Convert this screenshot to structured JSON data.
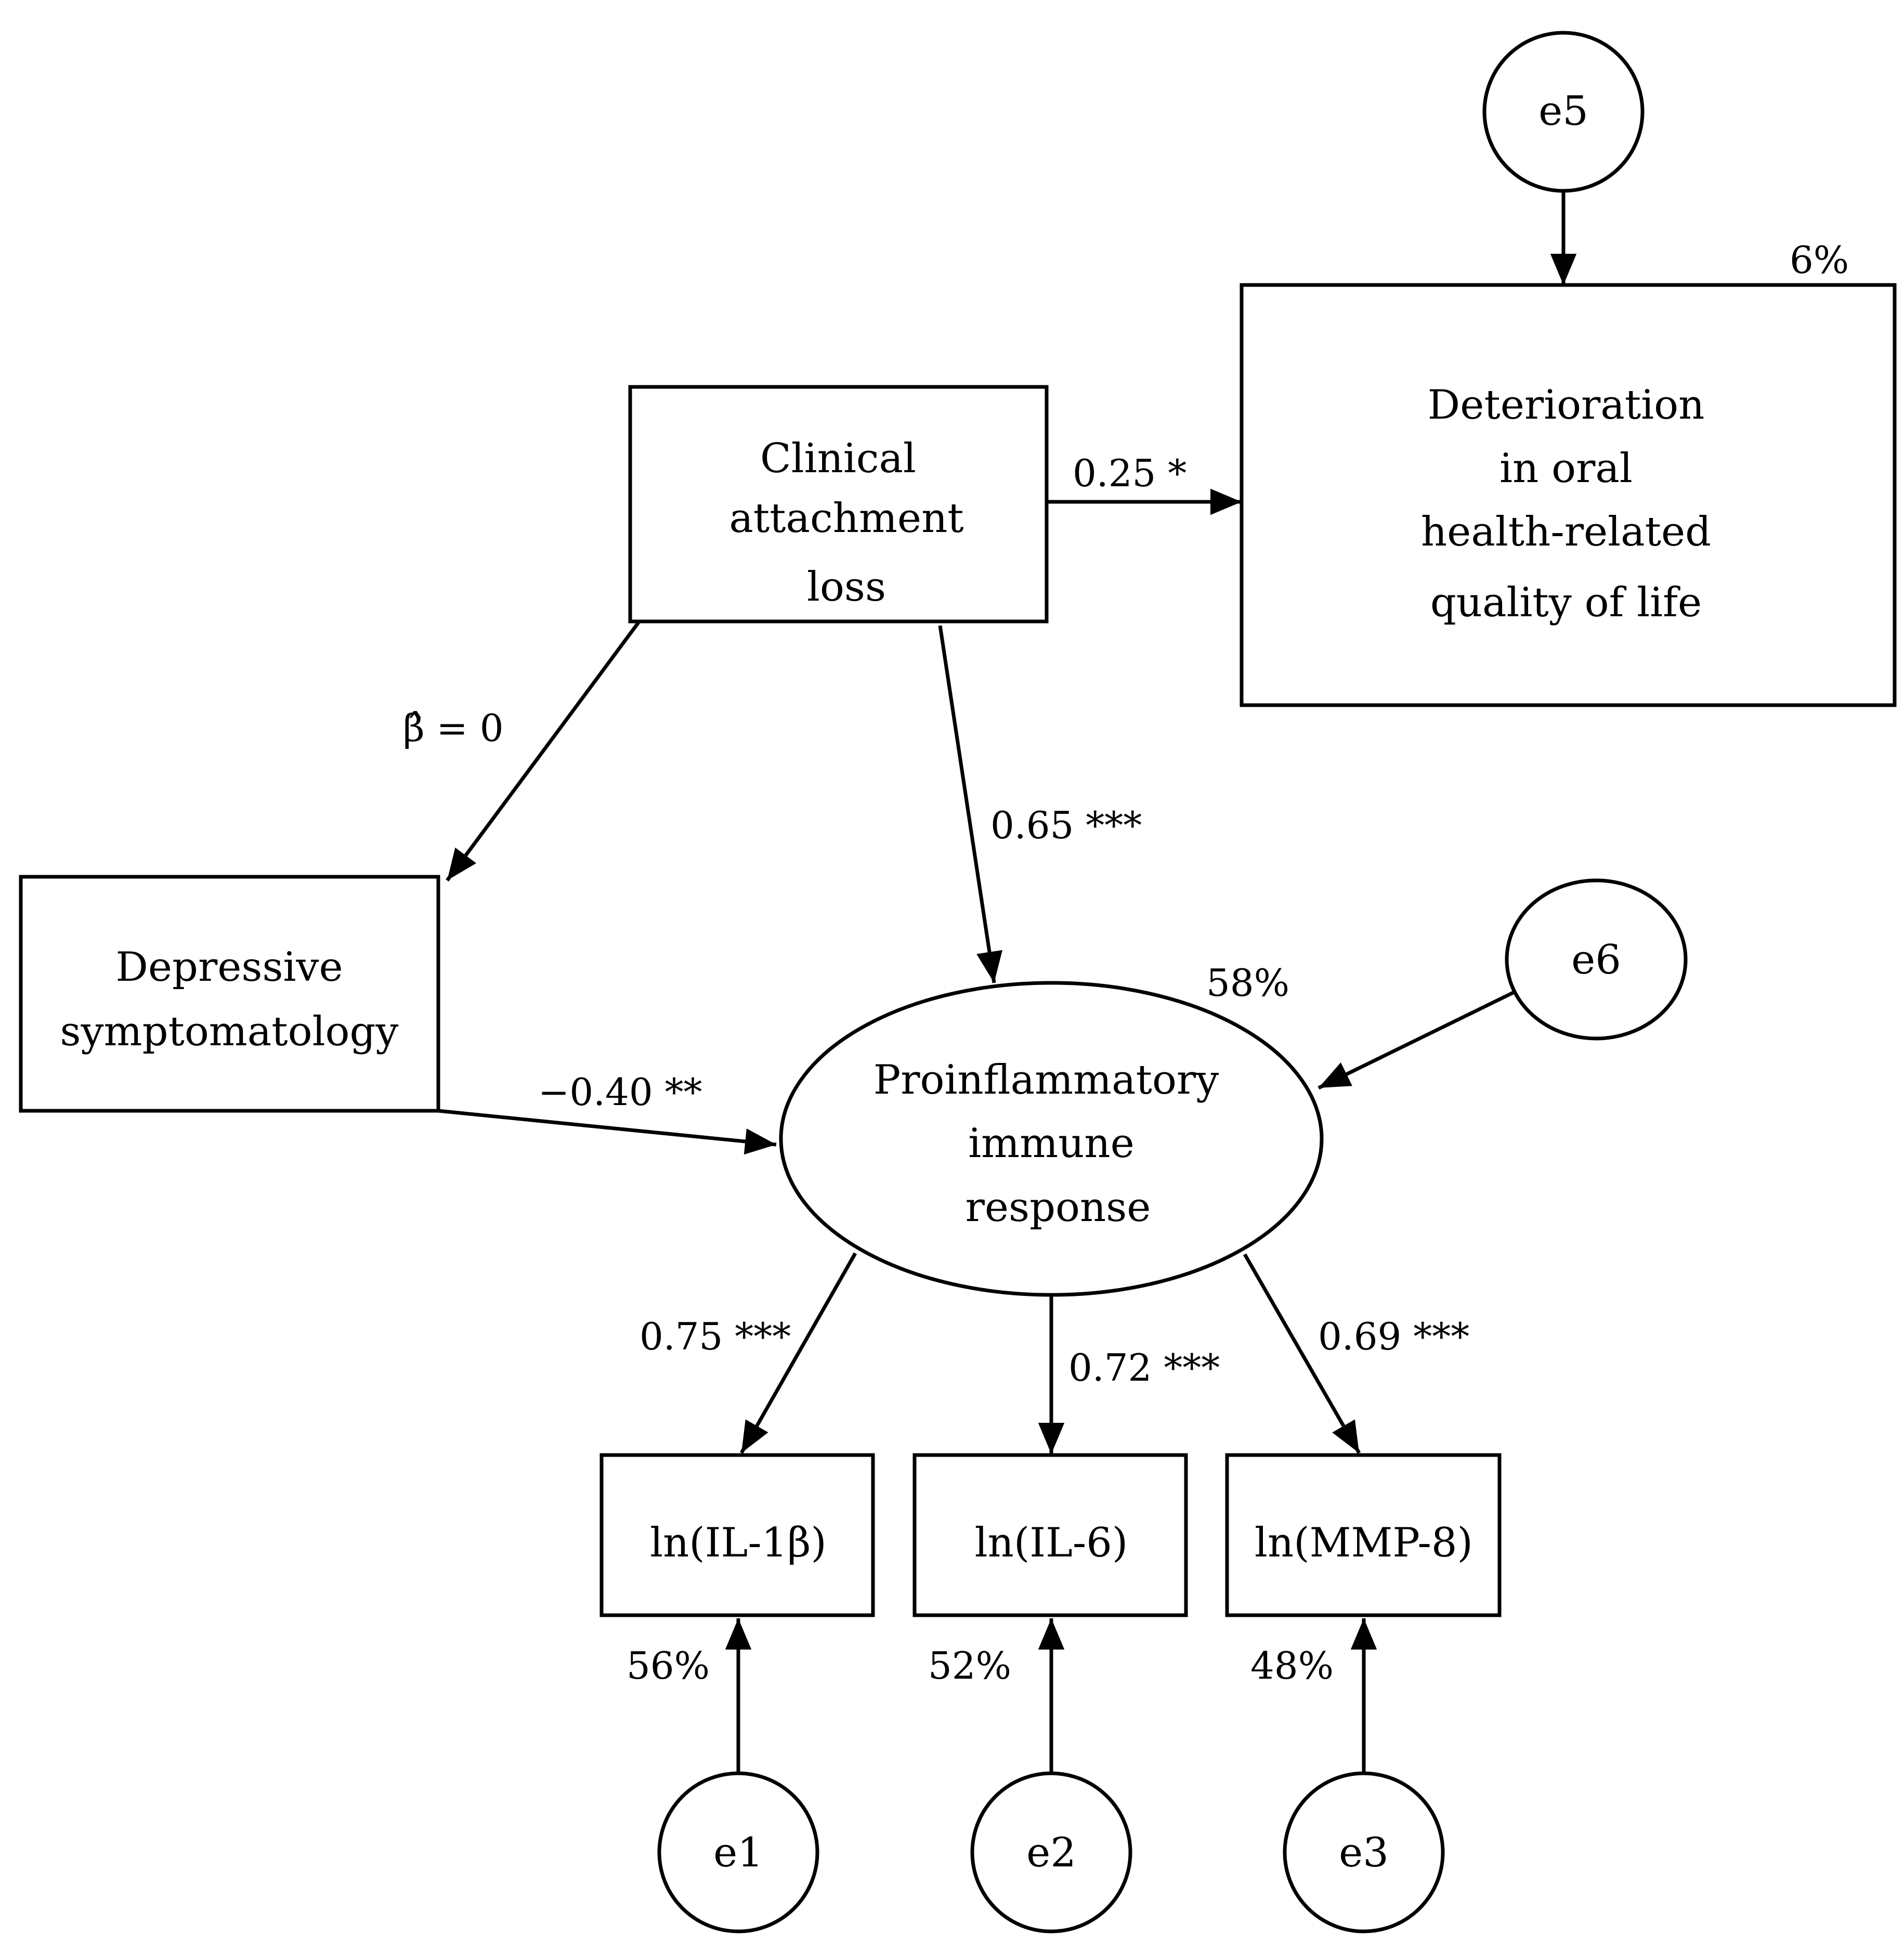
{
  "nodes": {
    "clinical_attachment_loss": {
      "lines": [
        "Clinical",
        "attachment",
        "loss"
      ]
    },
    "deterioration_ohrqol": {
      "lines": [
        "Deterioration",
        "in oral",
        "health-related",
        "quality of life"
      ]
    },
    "depressive_symptomatology": {
      "lines": [
        "Depressive",
        "symptomatology"
      ]
    },
    "proinflammatory_immune_response": {
      "lines": [
        "Proinflammatory",
        "immune",
        "response"
      ]
    },
    "ln_il1b": {
      "label": "ln(IL-1β)"
    },
    "ln_il6": {
      "label": "ln(IL-6)"
    },
    "ln_mmp8": {
      "label": "ln(MMP-8)"
    },
    "e1": {
      "label": "e1"
    },
    "e2": {
      "label": "e2"
    },
    "e3": {
      "label": "e3"
    },
    "e5": {
      "label": "e5"
    },
    "e6": {
      "label": "e6"
    }
  },
  "paths": {
    "cal_to_ohrqol": "0.25 *",
    "cal_to_depression": "β̂ = 0",
    "cal_to_pir": "0.65 ***",
    "depression_to_pir": "−0.40 **",
    "pir_to_il1b": "0.75 ***",
    "pir_to_il6": "0.72 ***",
    "pir_to_mmp8": "0.69 ***"
  },
  "r_squared": {
    "ohrqol": "6%",
    "pir": "58%",
    "il1b": "56%",
    "il6": "52%",
    "mmp8": "48%"
  },
  "colors": {
    "stroke": "#000000",
    "background": "#ffffff"
  }
}
